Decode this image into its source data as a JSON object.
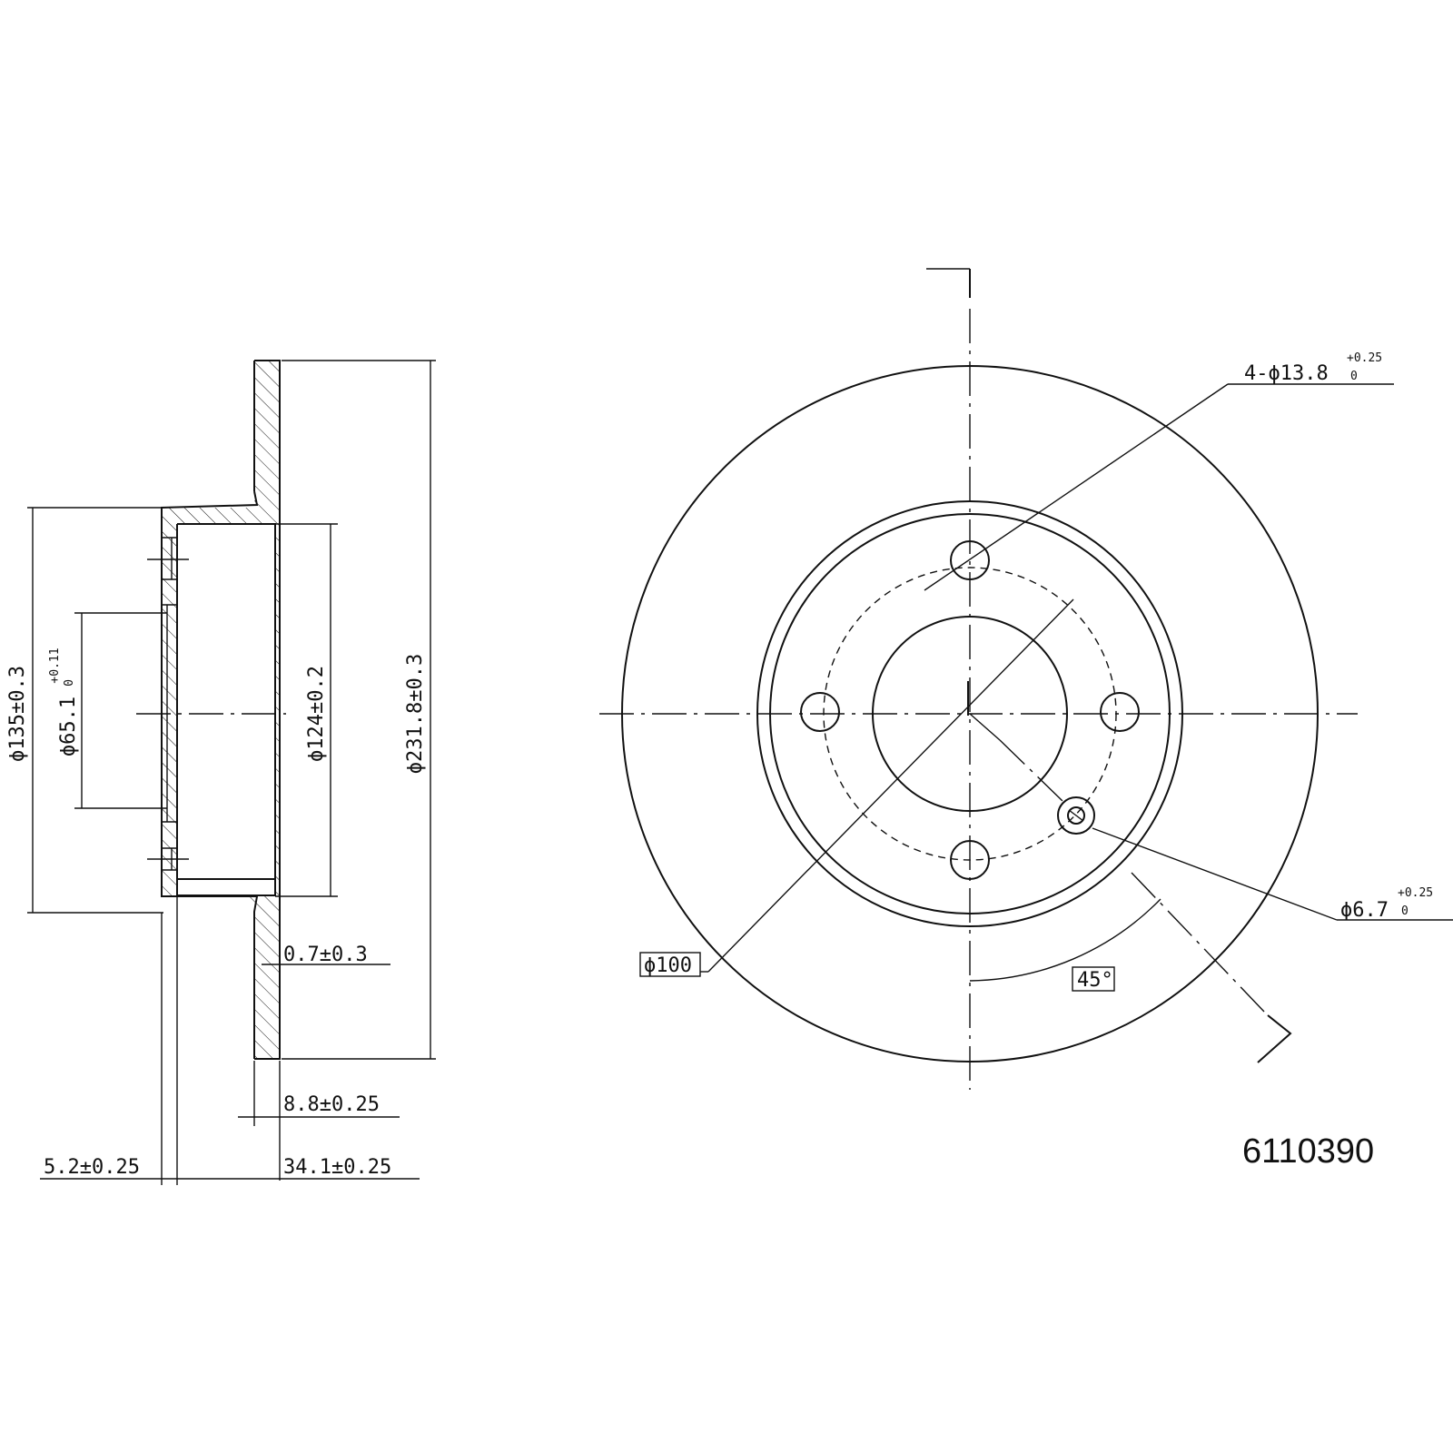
{
  "part_number": "6110390",
  "side_view": {
    "dim_outer_diameter": "ϕ231.8±0.3",
    "dim_hat_diameter": "ϕ135±0.3",
    "dim_center_bore": "ϕ65.1",
    "dim_center_bore_tol_upper": "+0.11",
    "dim_center_bore_tol_lower": "0",
    "dim_inner_diameter": "ϕ124±0.2",
    "dim_runout": "0.7±0.3",
    "dim_thickness": "8.8±0.25",
    "dim_hat_thickness": "5.2±0.25",
    "dim_total_height": "34.1±0.25"
  },
  "front_view": {
    "bolt_holes_label": "4-ϕ13.8",
    "bolt_holes_tol_upper": "+0.25",
    "bolt_holes_tol_lower": "0",
    "small_hole_label": "ϕ6.7",
    "small_hole_tol_upper": "+0.25",
    "small_hole_tol_lower": "0",
    "pcd_label": "ϕ100",
    "angle_label": "45°"
  }
}
